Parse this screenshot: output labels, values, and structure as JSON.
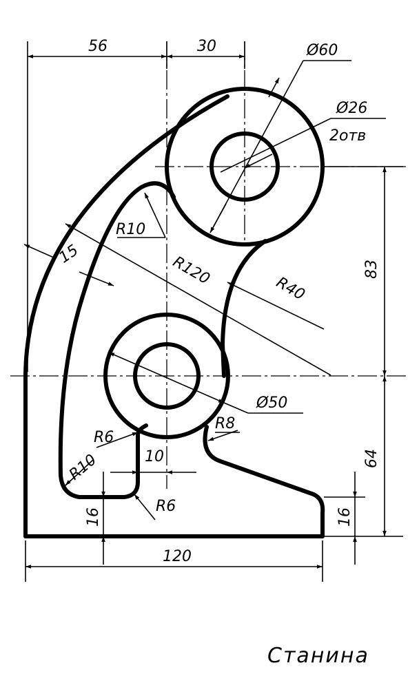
{
  "dimensions": {
    "d56": "56",
    "d30": "30",
    "dia60": "Ø60",
    "dia26": "Ø26",
    "holes": "2отв",
    "r10_top": "R10",
    "d15": "15",
    "r120": "R120",
    "r40": "R40",
    "d83": "83",
    "dia50": "Ø50",
    "r8": "R8",
    "r6_left": "R6",
    "r10_bottom": "R10",
    "d10": "10",
    "d64": "64",
    "r6_bottom": "R6",
    "d16_left": "16",
    "d16_right": "16",
    "d120": "120"
  },
  "title": "Станина"
}
